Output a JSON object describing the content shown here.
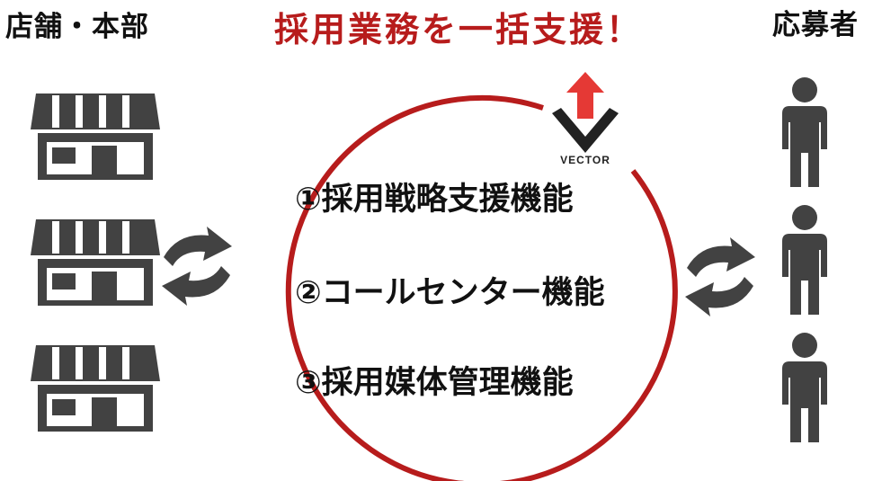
{
  "header": {
    "left_label": "店舗・本部",
    "title": "採用業務を一括支援！",
    "right_label": "応募者"
  },
  "logo": {
    "text": "VECTOR"
  },
  "functions": [
    "①採用戦略支援機能",
    "②コールセンター機能",
    "③採用媒体管理機能"
  ],
  "icons": {
    "store": "storefront-icon",
    "person": "person-icon",
    "exchange": "exchange-arrows-icon"
  },
  "colors": {
    "accent": "#b71c1c",
    "arrow_red": "#e53935",
    "icon_gray": "#424242",
    "text": "#111111"
  }
}
